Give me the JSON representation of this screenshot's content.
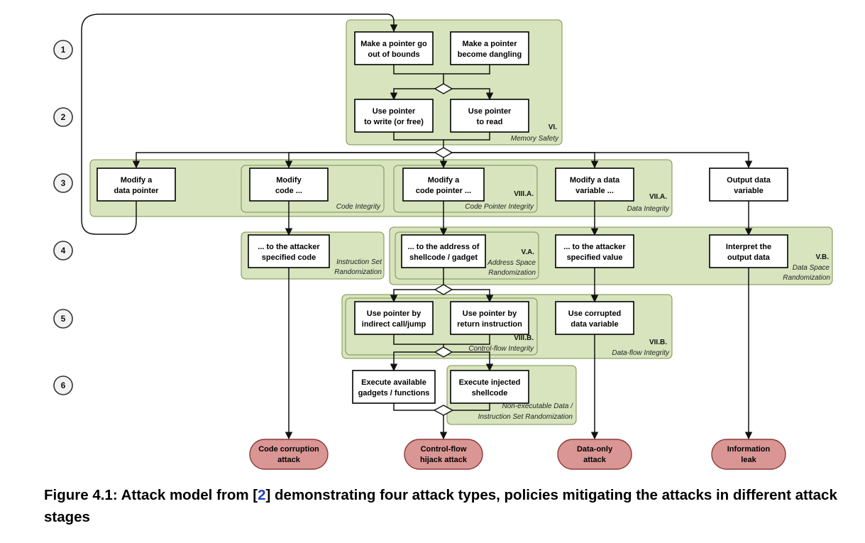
{
  "stages": [
    "1",
    "2",
    "3",
    "4",
    "5",
    "6"
  ],
  "boxes": {
    "oob": [
      "Make a pointer go",
      "out of bounds"
    ],
    "dangling": [
      "Make a pointer",
      "become dangling"
    ],
    "write": [
      "Use pointer",
      "to write (or free)"
    ],
    "read": [
      "Use pointer",
      "to read"
    ],
    "mod_dp": [
      "Modify a",
      "data pointer"
    ],
    "mod_code": [
      "Modify",
      "code ..."
    ],
    "mod_cp": [
      "Modify a",
      "code pointer ..."
    ],
    "mod_dv": [
      "Modify  a data",
      "variable ..."
    ],
    "out_dv": [
      "Output data",
      "variable"
    ],
    "att_code": [
      "... to the attacker",
      "specified code"
    ],
    "shell_addr": [
      "... to the address of",
      "shellcode / gadget"
    ],
    "att_val": [
      "... to the attacker",
      "specified value"
    ],
    "interp": [
      "Interpret the",
      "output data"
    ],
    "indirect": [
      "Use pointer by",
      "indirect call/jump"
    ],
    "ret": [
      "Use pointer by",
      "return instruction"
    ],
    "corrupt": [
      "Use corrupted",
      "data variable"
    ],
    "gadgets": [
      "Execute available",
      "gadgets / functions"
    ],
    "shellcode": [
      "Execute injected",
      "shellcode"
    ]
  },
  "regions": {
    "memsafety": {
      "code": "VI.",
      "name": "Memory Safety"
    },
    "codeint": {
      "name": "Code Integrity"
    },
    "cpi": {
      "code": "VIII.A.",
      "name": "Code Pointer Integrity"
    },
    "dataint": {
      "code": "VII.A.",
      "name": "Data Integrity"
    },
    "isr": {
      "name_line1": "Instruction Set",
      "name_line2": "Randomization"
    },
    "aslr": {
      "code": "V.A.",
      "name_line1": "Address Space",
      "name_line2": "Randomization"
    },
    "dsr": {
      "code": "V.B.",
      "name_line1": "Data Space",
      "name_line2": "Randomization"
    },
    "cfi": {
      "code": "VIII.B.",
      "name": "Control-flow Integrity"
    },
    "dfi": {
      "code": "VII.B.",
      "name": "Data-flow Integrity"
    },
    "nx": {
      "name_line1": "Non-executable Data /",
      "name_line2": "Instruction Set Randomization"
    }
  },
  "terminals": {
    "code_corruption": [
      "Code corruption",
      "attack"
    ],
    "cf_hijack": [
      "Control-flow",
      "hijack attack"
    ],
    "data_only": [
      "Data-only",
      "attack"
    ],
    "info_leak": [
      "Information",
      "leak"
    ]
  },
  "colors": {
    "region_fill": "#d7e4bd",
    "region_stroke": "#7a8f4e",
    "terminal_fill": "#d99694",
    "caption_ref": "#1f3fbf"
  },
  "caption": {
    "prefix": "Figure 4.1: Attack model from [",
    "ref": "2",
    "suffix": "] demonstrating four attack types, policies mitigating the attacks in different attack stages"
  }
}
